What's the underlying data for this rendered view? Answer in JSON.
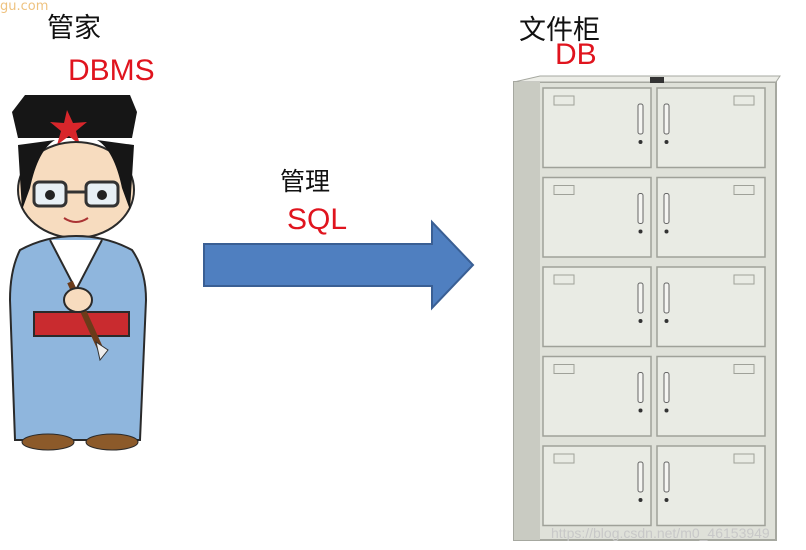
{
  "top_crop_text": "gu.com",
  "butler": {
    "title": "管家",
    "label": "DBMS"
  },
  "relation": {
    "verb": "管理",
    "label": "SQL"
  },
  "cabinet": {
    "title": "文件柜",
    "label": "DB",
    "drawer_rows": 5
  },
  "watermark": "https://blog.csdn.net/m0_46153949",
  "colors": {
    "accent_red": "#e0141e",
    "arrow_fill": "#4f7fc0",
    "arrow_stroke": "#3a5f94",
    "robe": "#8fb6dd",
    "hat": "#1a1a1a",
    "cabinet": "#e9ebe4"
  }
}
